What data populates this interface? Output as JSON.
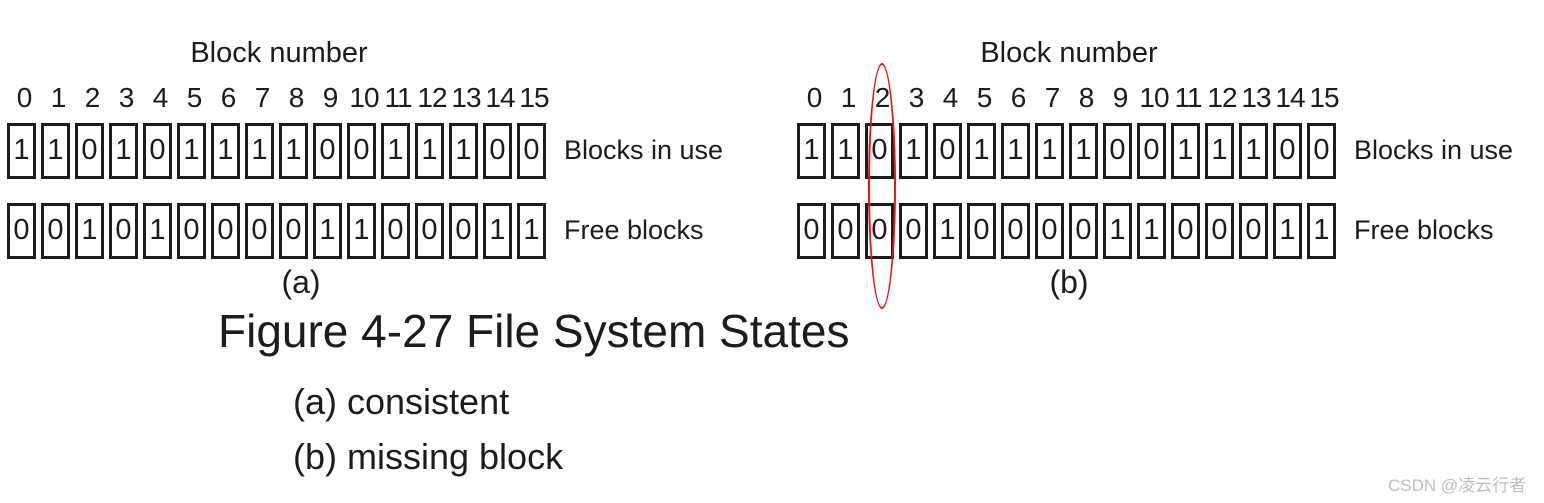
{
  "figure": {
    "caption": "Figure 4-27 File System States",
    "subcaption_a": "(a) consistent",
    "subcaption_b": "(b) missing block"
  },
  "diagrams": [
    {
      "title": "Block number",
      "block_numbers": [
        "0",
        "1",
        "2",
        "3",
        "4",
        "5",
        "6",
        "7",
        "8",
        "9",
        "10",
        "11",
        "12",
        "13",
        "14",
        "15"
      ],
      "rows": [
        {
          "label": "Blocks in use",
          "bits": [
            "1",
            "1",
            "0",
            "1",
            "0",
            "1",
            "1",
            "1",
            "1",
            "0",
            "0",
            "1",
            "1",
            "1",
            "0",
            "0"
          ]
        },
        {
          "label": "Free blocks",
          "bits": [
            "0",
            "0",
            "1",
            "0",
            "1",
            "0",
            "0",
            "0",
            "0",
            "1",
            "1",
            "0",
            "0",
            "0",
            "1",
            "1"
          ]
        }
      ],
      "sublabel": "(a)"
    },
    {
      "title": "Block number",
      "block_numbers": [
        "0",
        "1",
        "2",
        "3",
        "4",
        "5",
        "6",
        "7",
        "8",
        "9",
        "10",
        "11",
        "12",
        "13",
        "14",
        "15"
      ],
      "rows": [
        {
          "label": "Blocks in use",
          "bits": [
            "1",
            "1",
            "0",
            "1",
            "0",
            "1",
            "1",
            "1",
            "1",
            "0",
            "0",
            "1",
            "1",
            "1",
            "0",
            "0"
          ]
        },
        {
          "label": "Free blocks",
          "bits": [
            "0",
            "0",
            "0",
            "0",
            "1",
            "0",
            "0",
            "0",
            "0",
            "1",
            "1",
            "0",
            "0",
            "0",
            "1",
            "1"
          ]
        }
      ],
      "sublabel": "(b)",
      "highlight_column": 2
    }
  ],
  "watermark": "CSDN @凌云行者",
  "colors": {
    "ink": "#1c1c1c",
    "highlight_red": "#ee1111",
    "watermark_gray": "#bfbfbf"
  }
}
